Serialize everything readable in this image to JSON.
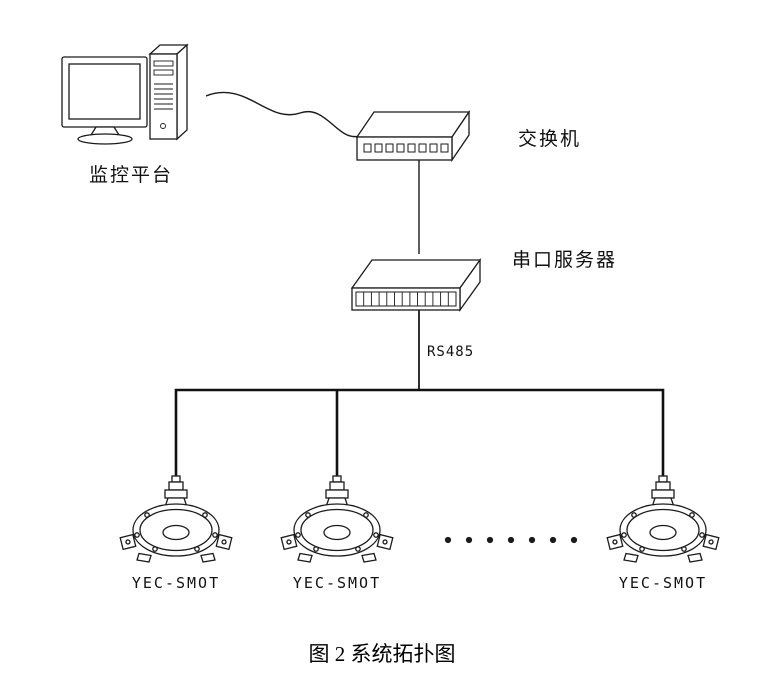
{
  "diagram": {
    "caption": "图 2  系统拓扑图",
    "labels": {
      "computer": "监控平台",
      "switch": "交换机",
      "serial_server": "串口服务器",
      "bus_protocol": "RS485"
    },
    "devices": [
      {
        "label": "YEC-SMOT"
      },
      {
        "label": "YEC-SMOT"
      },
      {
        "label": "YEC-SMOT"
      }
    ]
  }
}
